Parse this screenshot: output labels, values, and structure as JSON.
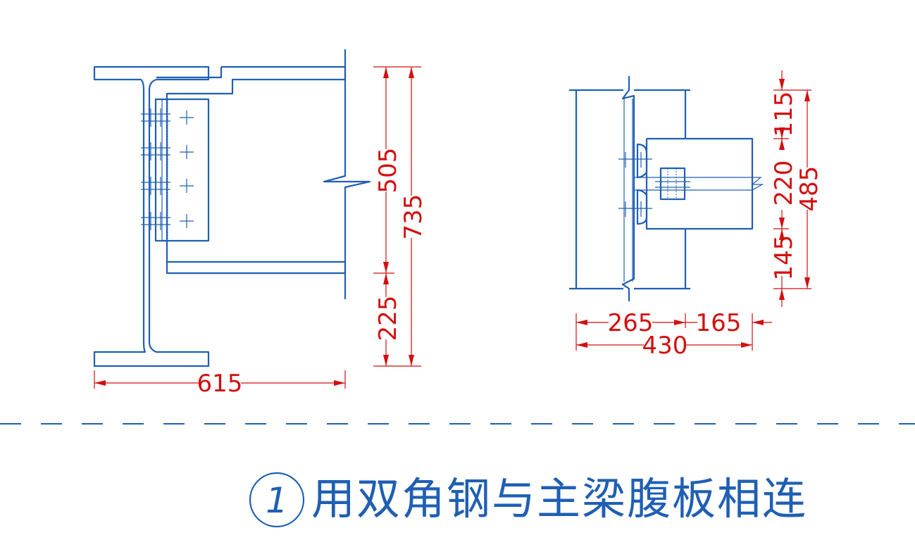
{
  "drawing": {
    "left_view": {
      "dims": {
        "width_bottom": "615",
        "height_upper": "505",
        "height_total": "735",
        "height_lower": "225"
      }
    },
    "right_view": {
      "dims": {
        "top_offset": "115",
        "depth": "220",
        "total": "485",
        "bottom_offset": "145",
        "width_left": "265",
        "width_right": "165",
        "width_total": "430"
      }
    },
    "title": {
      "callout": "1",
      "text": "用双角钢与主梁腹板相连"
    }
  },
  "colors": {
    "steel": "#1f5fb4",
    "dimension": "#d20f0f",
    "background": "#ffffff"
  }
}
